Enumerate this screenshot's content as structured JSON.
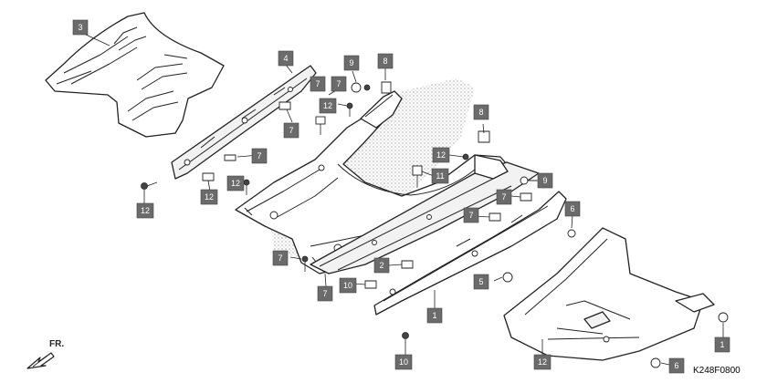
{
  "drawing_code": "K248F0800",
  "direction_label": "FR.",
  "callouts": [
    {
      "label": "3"
    },
    {
      "label": "4"
    },
    {
      "label": "7"
    },
    {
      "label": "9"
    },
    {
      "label": "8"
    },
    {
      "label": "12"
    },
    {
      "label": "7"
    },
    {
      "label": "7"
    },
    {
      "label": "8"
    },
    {
      "label": "12"
    },
    {
      "label": "9"
    },
    {
      "label": "11"
    },
    {
      "label": "7"
    },
    {
      "label": "12"
    },
    {
      "label": "7"
    },
    {
      "label": "12"
    },
    {
      "label": "7"
    },
    {
      "label": "6"
    },
    {
      "label": "12"
    },
    {
      "label": "7"
    },
    {
      "label": "2"
    },
    {
      "label": "7"
    },
    {
      "label": "10"
    },
    {
      "label": "5"
    },
    {
      "label": "1"
    },
    {
      "label": "12"
    },
    {
      "label": "10"
    },
    {
      "label": "6"
    },
    {
      "label": "1"
    }
  ],
  "colors": {
    "callout_fill": "#6b6b6b",
    "line": "#222222",
    "background": "#ffffff"
  }
}
